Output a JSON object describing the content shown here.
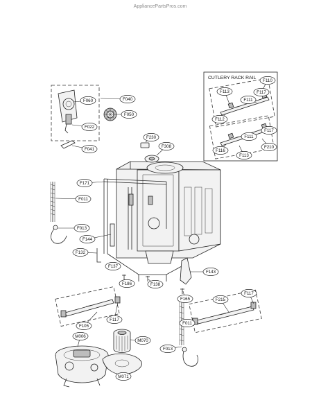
{
  "watermark": "AppliancePartsPros.com",
  "inset_title": "CUTLERY RACK RAIL",
  "callouts": [
    {
      "label": "F060"
    },
    {
      "label": "F040"
    },
    {
      "label": "F050"
    },
    {
      "label": "F022"
    },
    {
      "label": "F041"
    },
    {
      "label": "F230"
    },
    {
      "label": "F308"
    },
    {
      "label": "F171"
    },
    {
      "label": "F011"
    },
    {
      "label": "F013"
    },
    {
      "label": "F144"
    },
    {
      "label": "F132"
    },
    {
      "label": "F137"
    },
    {
      "label": "F186"
    },
    {
      "label": "F138"
    },
    {
      "label": "F143"
    },
    {
      "label": "F165"
    },
    {
      "label": "F105"
    },
    {
      "label": "F117"
    },
    {
      "label": "F011"
    },
    {
      "label": "F215"
    },
    {
      "label": "F117"
    },
    {
      "label": "M006"
    },
    {
      "label": "M070"
    },
    {
      "label": "F013"
    },
    {
      "label": "M071"
    },
    {
      "label": "F110"
    },
    {
      "label": "F113"
    },
    {
      "label": "F117"
    },
    {
      "label": "F111"
    },
    {
      "label": "F112"
    },
    {
      "label": "F117"
    },
    {
      "label": "F111"
    },
    {
      "label": "F116"
    },
    {
      "label": "F210"
    },
    {
      "label": "F113"
    }
  ]
}
